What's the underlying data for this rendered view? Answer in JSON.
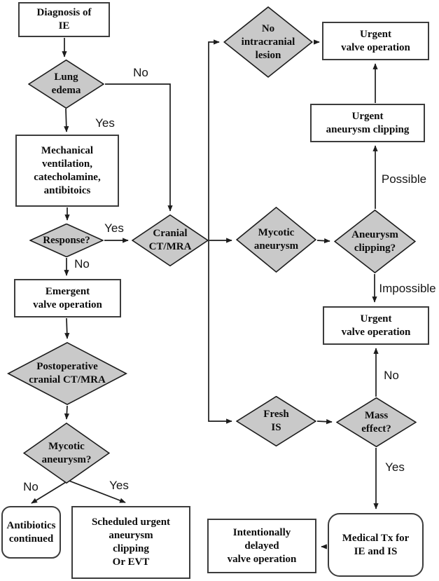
{
  "colors": {
    "diamond_fill": "#c9c9c9",
    "line": "#1c1c1c",
    "box_border": "#3c3c3c",
    "background": "#ffffff"
  },
  "nodes": {
    "diagnosis": {
      "label": "Diagnosis of\nIE"
    },
    "lung_edema": {
      "label": "Lung\nedema"
    },
    "mech_vent": {
      "label": "Mechanical\nventilation,\ncatecholamine,\nantibitoics"
    },
    "response": {
      "label": "Response?"
    },
    "emergent_valve": {
      "label": "Emergent\nvalve operation"
    },
    "postop_ct": {
      "label": "Postoperative\ncranial CT/MRA"
    },
    "mycotic_q": {
      "label": "Mycotic\naneurysm?"
    },
    "antibiotics": {
      "label": "Antibiotics\ncontinued"
    },
    "scheduled": {
      "label": "Scheduled urgent\naneurysm\nclipping\nOr EVT"
    },
    "cranial_ct": {
      "label": "Cranial\nCT/MRA"
    },
    "no_lesion": {
      "label": "No\nintracranial\nlesion"
    },
    "urgent_valve_top": {
      "label": "Urgent\nvalve operation"
    },
    "urgent_clipping": {
      "label": "Urgent\naneurysm clipping"
    },
    "mycotic": {
      "label": "Mycotic\naneurysm"
    },
    "clipping_q": {
      "label": "Aneurysm\nclipping?"
    },
    "urgent_valve_mid": {
      "label": "Urgent\nvalve operation"
    },
    "fresh_is": {
      "label": "Fresh\nIS"
    },
    "mass_effect": {
      "label": "Mass\neffect?"
    },
    "medical_tx": {
      "label": "Medical Tx for\nIE and IS"
    },
    "delayed_valve": {
      "label": "Intentionally\ndelayed\nvalve operation"
    }
  },
  "edge_labels": {
    "lung_no": "No",
    "lung_yes": "Yes",
    "response_yes": "Yes",
    "response_no": "No",
    "mycotic_no": "No",
    "mycotic_yes": "Yes",
    "clipping_possible": "Possible",
    "clipping_impossible": "Impossible",
    "mass_no": "No",
    "mass_yes": "Yes"
  }
}
